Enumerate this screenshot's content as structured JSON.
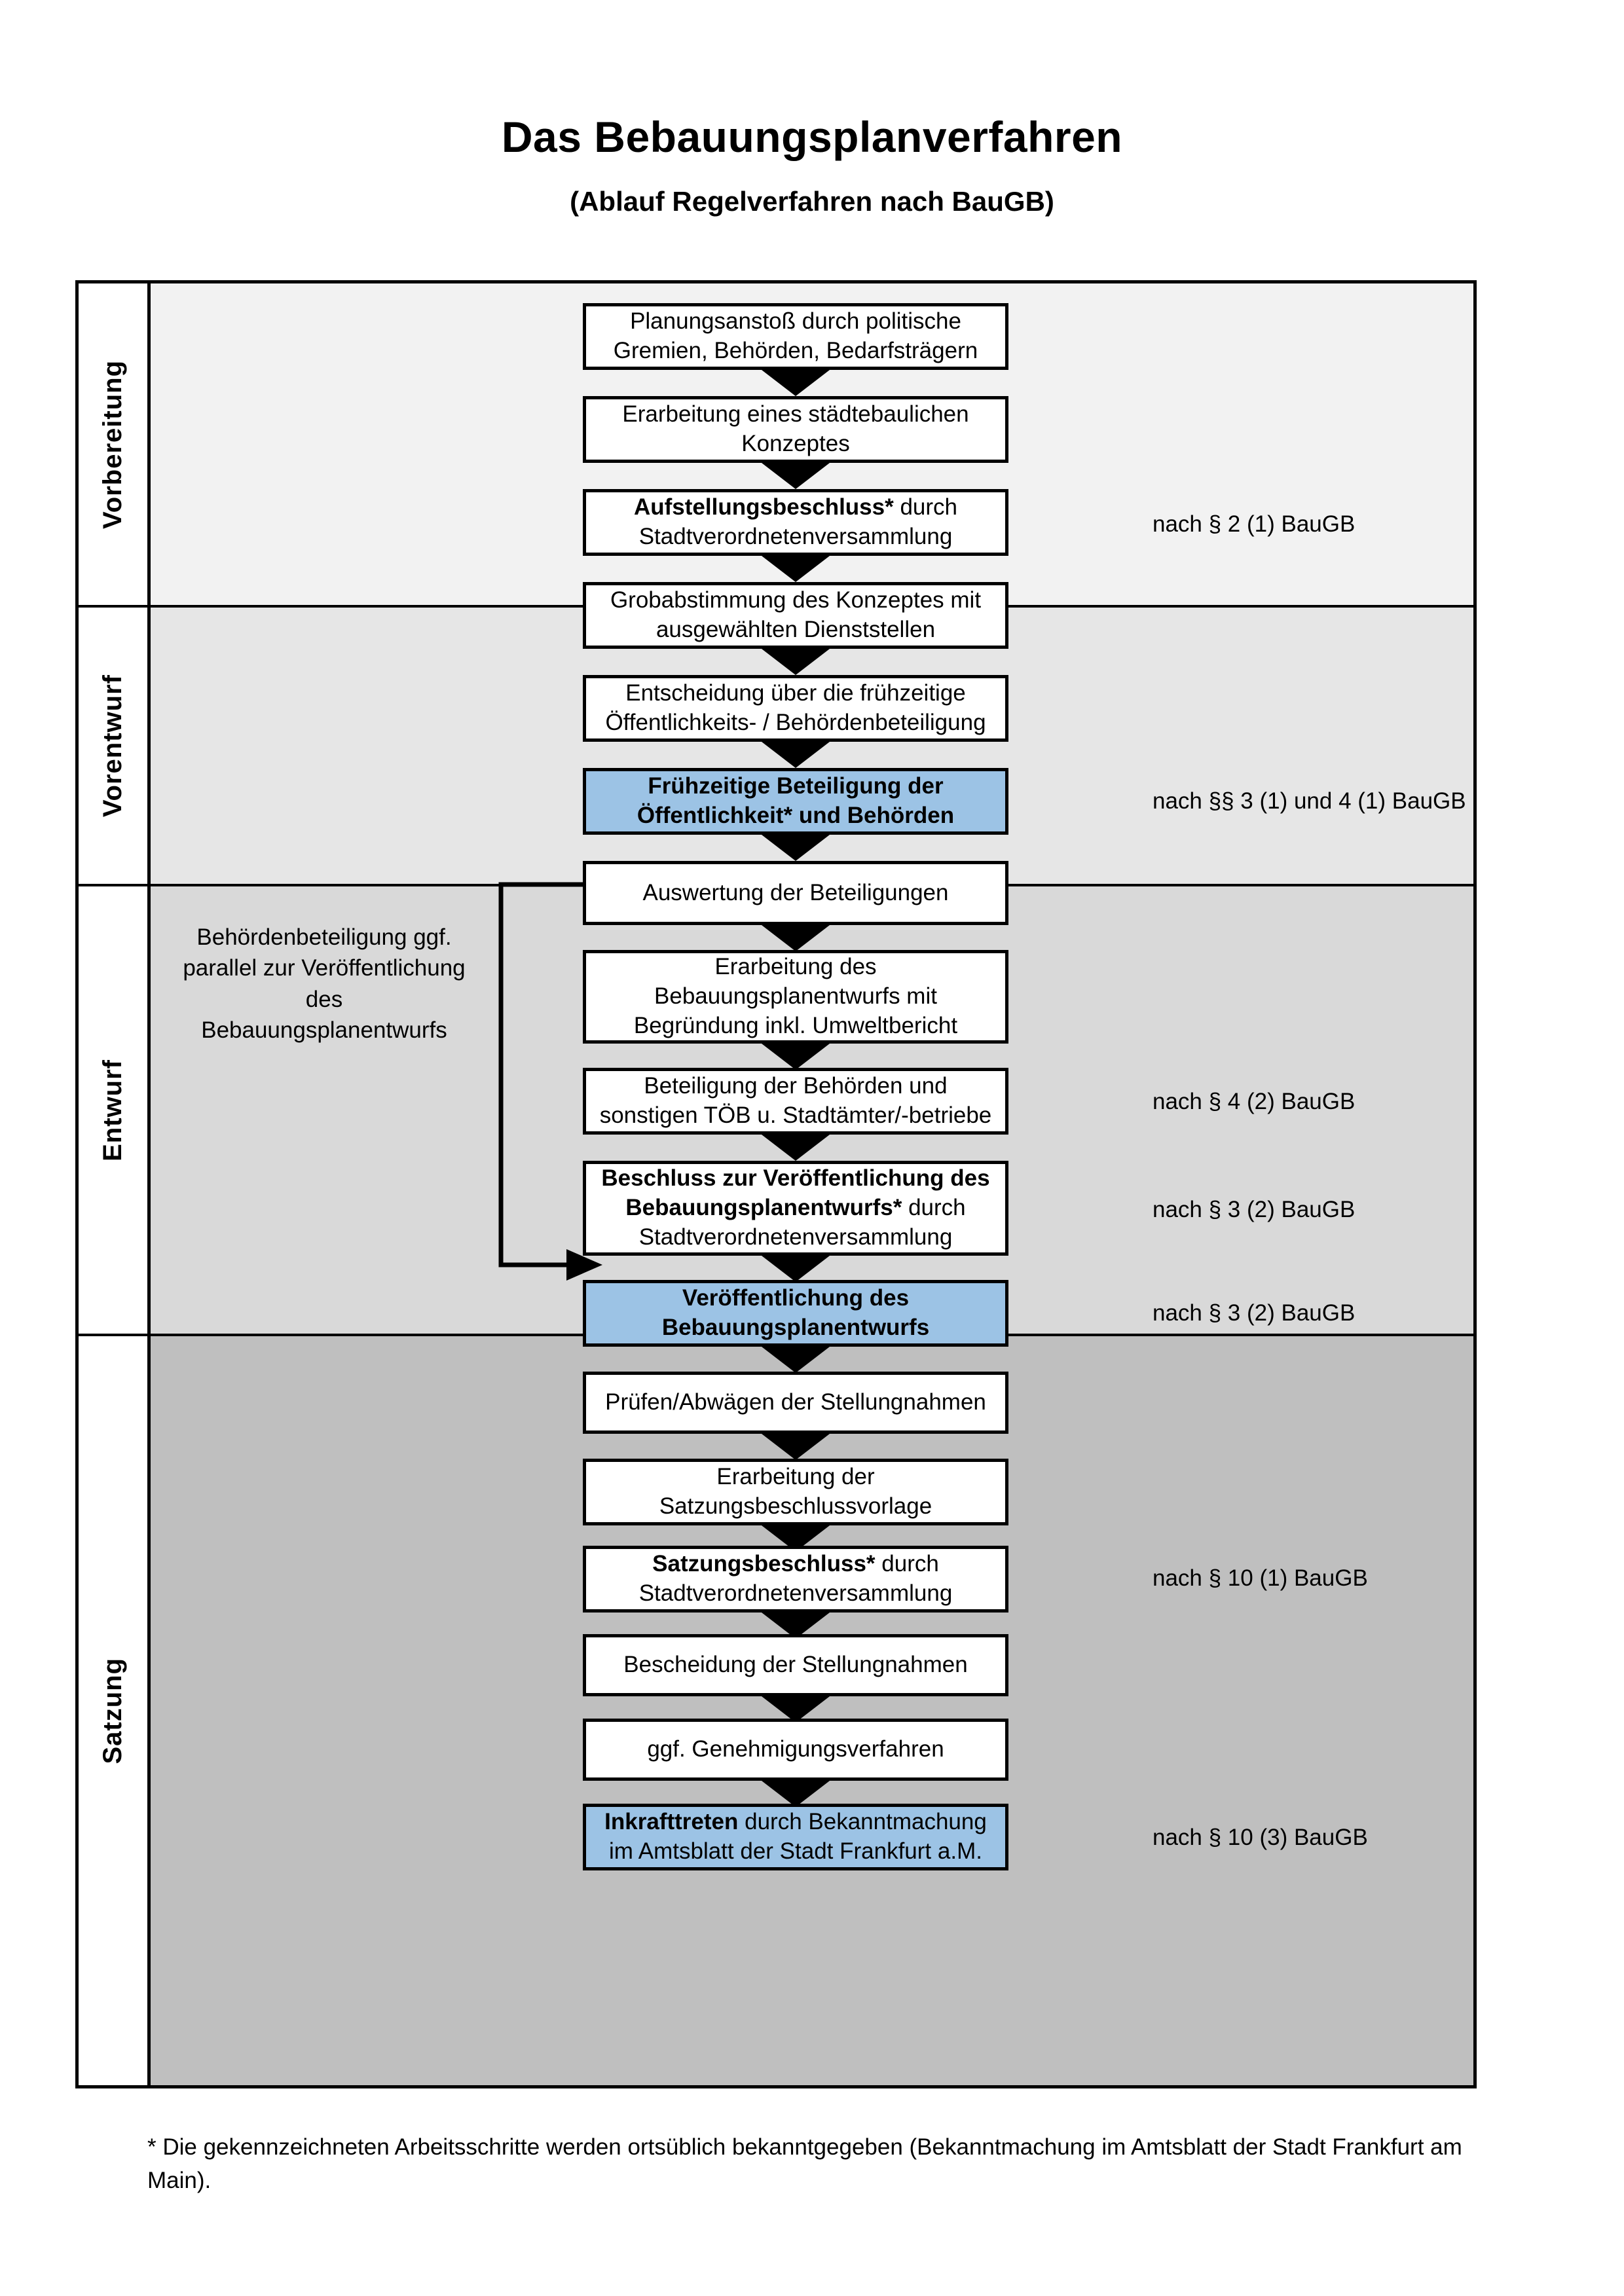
{
  "title": "Das Bebauungsplanverfahren",
  "subtitle": "(Ablauf Regelverfahren nach BauGB)",
  "sections": [
    {
      "label": "Vorbereitung",
      "band_color": "#F2F2F2"
    },
    {
      "label": "Vorentwurf",
      "band_color": "#E6E6E6"
    },
    {
      "label": "Entwurf",
      "band_color": "#D9D9D9"
    },
    {
      "label": "Satzung",
      "band_color": "#BFBFBF"
    }
  ],
  "steps": [
    {
      "id": "planungsanstoss",
      "bold": "",
      "text": "Planungsanstoß durch politische Gremien, Behörden, Bedarfsträgern",
      "highlight": false
    },
    {
      "id": "konzept",
      "bold": "",
      "text": "Erarbeitung eines städtebaulichen Konzeptes",
      "highlight": false
    },
    {
      "id": "aufstellungsbeschluss",
      "bold": "Aufstellungsbeschluss*",
      "text": " durch Stadtverordnetenversammlung",
      "highlight": false
    },
    {
      "id": "grobabstimmung",
      "bold": "",
      "text": "Grobabstimmung des Konzeptes mit ausgewählten Dienststellen",
      "highlight": false
    },
    {
      "id": "entscheidung",
      "bold": "",
      "text": "Entscheidung über die frühzeitige Öffentlichkeits- / Behördenbeteiligung",
      "highlight": false
    },
    {
      "id": "fruehzeitige-beteiligung",
      "bold": "Frühzeitige Beteiligung der Öffentlichkeit* und Behörden",
      "text": "",
      "highlight": true
    },
    {
      "id": "auswertung",
      "bold": "",
      "text": "Auswertung der Beteiligungen",
      "highlight": false
    },
    {
      "id": "erarbeitung-entwurf",
      "bold": "",
      "text": "Erarbeitung des Bebauungsplanentwurfs mit Begründung inkl. Umweltbericht",
      "highlight": false
    },
    {
      "id": "beteiligung-behoerden",
      "bold": "",
      "text": "Beteiligung der Behörden und sonstigen TÖB u. Stadtämter/-betriebe",
      "highlight": false
    },
    {
      "id": "beschluss-veroeffentlichung",
      "bold": "Beschluss zur Veröffentlichung des Bebauungsplanentwurfs*",
      "text": " durch Stadtverordnetenversammlung",
      "highlight": false
    },
    {
      "id": "veroeffentlichung",
      "bold": "Veröffentlichung des Bebauungsplanentwurfs",
      "text": "",
      "highlight": true
    },
    {
      "id": "pruefen-abwaegen",
      "bold": "",
      "text": "Prüfen/Abwägen der Stellungnahmen",
      "highlight": false
    },
    {
      "id": "satzungsbeschlussvorlage",
      "bold": "",
      "text": "Erarbeitung der Satzungsbeschlussvorlage",
      "highlight": false
    },
    {
      "id": "satzungsbeschluss",
      "bold": "Satzungsbeschluss*",
      "text": " durch Stadtverordnetenversammlung",
      "highlight": false
    },
    {
      "id": "bescheidung",
      "bold": "",
      "text": "Bescheidung der Stellungnahmen",
      "highlight": false
    },
    {
      "id": "genehmigungsverfahren",
      "bold": "",
      "text": "ggf. Genehmigungsverfahren",
      "highlight": false
    },
    {
      "id": "inkrafttreten",
      "bold": "Inkrafttreten",
      "text": " durch Bekanntmachung im Amtsblatt der Stadt Frankfurt a.M.",
      "highlight": true
    }
  ],
  "legal_refs": [
    {
      "id": "ref-2-1",
      "text": "nach § 2 (1) BauGB"
    },
    {
      "id": "ref-3-1-4-1",
      "text": "nach §§ 3 (1) und 4 (1) BauGB"
    },
    {
      "id": "ref-4-2",
      "text": "nach § 4 (2) BauGB"
    },
    {
      "id": "ref-3-2-a",
      "text": "nach § 3 (2) BauGB"
    },
    {
      "id": "ref-3-2-b",
      "text": "nach § 3 (2) BauGB"
    },
    {
      "id": "ref-10-1",
      "text": "nach § 10 (1) BauGB"
    },
    {
      "id": "ref-10-3",
      "text": "nach § 10 (3) BauGB"
    }
  ],
  "side_note": "Behördenbeteiligung ggf. parallel zur Veröffentlichung des Bebauungsplanentwurfs",
  "footnote": "* Die gekennzeichneten Arbeitsschritte werden ortsüblich bekanntgegeben (Bekanntmachung im Amtsblatt  der Stadt Frankfurt am Main).",
  "colors": {
    "highlight_blue": "#9CC3E5",
    "band_1": "#F2F2F2",
    "band_2": "#E6E6E6",
    "band_3": "#D9D9D9",
    "band_4": "#BFBFBF",
    "line": "#000000"
  }
}
